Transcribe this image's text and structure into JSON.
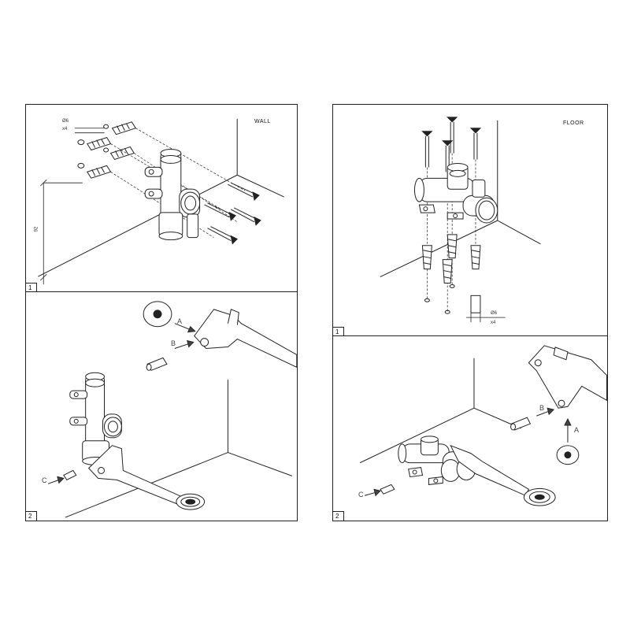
{
  "wall": {
    "label": "WALL",
    "step1": {
      "number": "1",
      "dia": "Ø6",
      "qty": "x4",
      "height": "92"
    },
    "step2": {
      "number": "2",
      "a": "A",
      "b": "B",
      "c": "C"
    }
  },
  "floor": {
    "label": "FLOOR",
    "step1": {
      "number": "1",
      "dia": "Ø6",
      "qty": "x4"
    },
    "step2": {
      "number": "2",
      "a": "A",
      "b": "B",
      "c": "C"
    }
  }
}
